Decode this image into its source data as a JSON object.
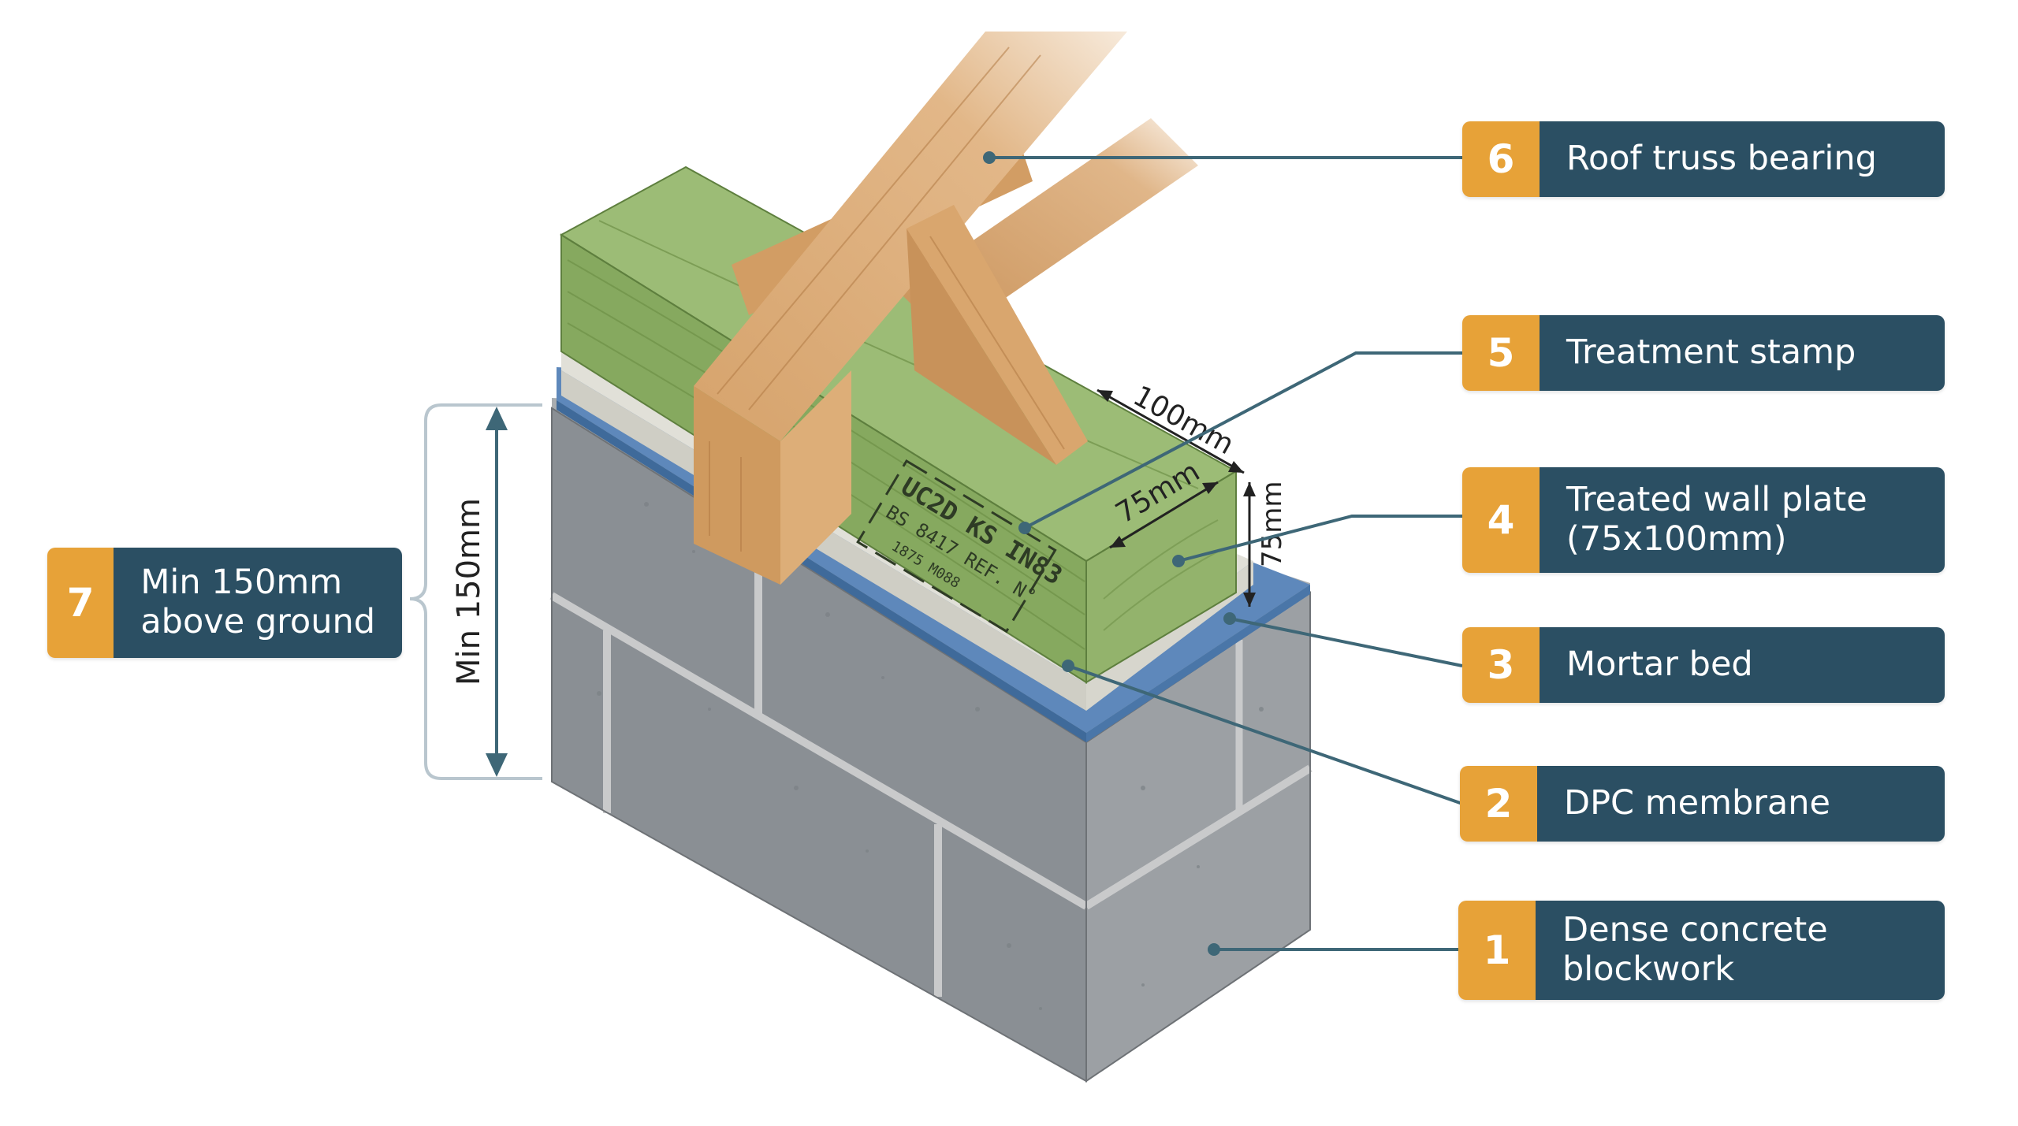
{
  "colors": {
    "badge": "#E7A238",
    "label_bg": "#2B4F63",
    "label_text": "#FFFFFF",
    "leader": "#3E6777",
    "timber_treated": "#8FB06A",
    "timber_truss": "#D9A66E",
    "dpc": "#5E88BB",
    "mortar": "#D9D8CF",
    "block": "#8F9499"
  },
  "callouts": [
    {
      "number": "6",
      "lines": [
        "Roof truss bearing"
      ]
    },
    {
      "number": "5",
      "lines": [
        "Treatment stamp"
      ]
    },
    {
      "number": "4",
      "lines": [
        "Treated wall plate",
        "(75x100mm)"
      ]
    },
    {
      "number": "3",
      "lines": [
        "Mortar bed"
      ]
    },
    {
      "number": "2",
      "lines": [
        "DPC membrane"
      ]
    },
    {
      "number": "1",
      "lines": [
        "Dense concrete",
        "blockwork"
      ]
    },
    {
      "number": "7",
      "lines": [
        "Min 150mm",
        "above ground"
      ]
    }
  ],
  "dimensions": {
    "plate_width": "100mm",
    "plate_depth": "75mm",
    "plate_height": "75mm",
    "height_above_ground": "Min 150mm"
  },
  "stamp": {
    "line1": "UC2D  KS  IN83",
    "line2": "BS 8417  REF. N°",
    "line3": "1875    M088"
  }
}
